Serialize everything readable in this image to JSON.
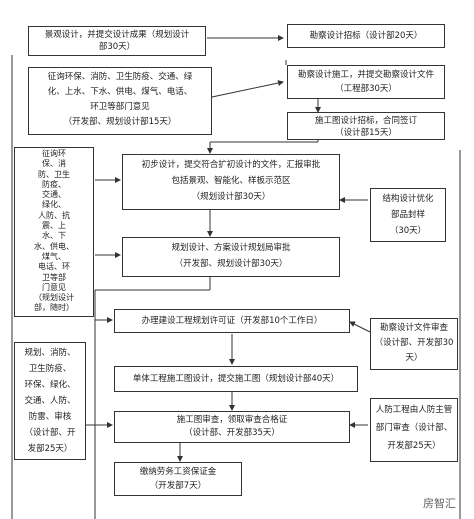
{
  "boxes": {
    "b1": [
      "景观设计，并提交设计成果（规划设计",
      "部30天）"
    ],
    "b2": [
      "勘察设计招标（设计部20天）"
    ],
    "b3": [
      "征询环保、消防、卫生防疫、交通、绿",
      "化、上水、下水、供电、煤气、电话、",
      "环卫等部门意见",
      "（开发部、规划设计部15天）"
    ],
    "b4": [
      "勘察设计施工，并提交勘察设计文件",
      "（工程部30天）"
    ],
    "b5": [
      "施工图设计招标，合同签订",
      "（设计部15天）"
    ],
    "b6": [
      "征询环",
      "保、消",
      "防、卫生",
      "防疫、",
      "交通、",
      "绿化、",
      "人防、抗",
      "震、上",
      "水、下",
      "水、供电、",
      "煤气、",
      "电话、环",
      "卫等部",
      "门意见",
      "（规划设计",
      "部，随时）"
    ],
    "b7": [
      "初步设计，提交符合扩初设计的文件，汇报审批",
      "包括景观、智能化、样板示范区",
      "（规划设计部30天）"
    ],
    "b8": [
      "结构设计优化",
      "部品封样",
      "（30天）"
    ],
    "b9": [
      "规划设计、方案设计规划局审批",
      "（开发部、规划设计部30天）"
    ],
    "b10": [
      "办理建设工程规划许可证（开发部10个工作日）"
    ],
    "b11": [
      "勘察设计文件审查",
      "（设计部、开发部30",
      "天）"
    ],
    "b12": [
      "规划、消防、",
      "卫生防疫、",
      "环保、绿化、",
      "交通、人防、",
      "防雷、审核",
      "（设计部、开",
      "发部25天）"
    ],
    "b13": [
      "单体工程施工图设计，提交施工图（规划设计部40天）"
    ],
    "b14": [
      "施工图审查，领取审查合格证",
      "（设计部、开发部35天）"
    ],
    "b15": [
      "人防工程由人防主管",
      "部门审查（设计部、",
      "开发部25天）"
    ],
    "b16": [
      "缴纳劳务工资保证金",
      "（开发部7天）"
    ]
  },
  "watermark": "房智汇"
}
